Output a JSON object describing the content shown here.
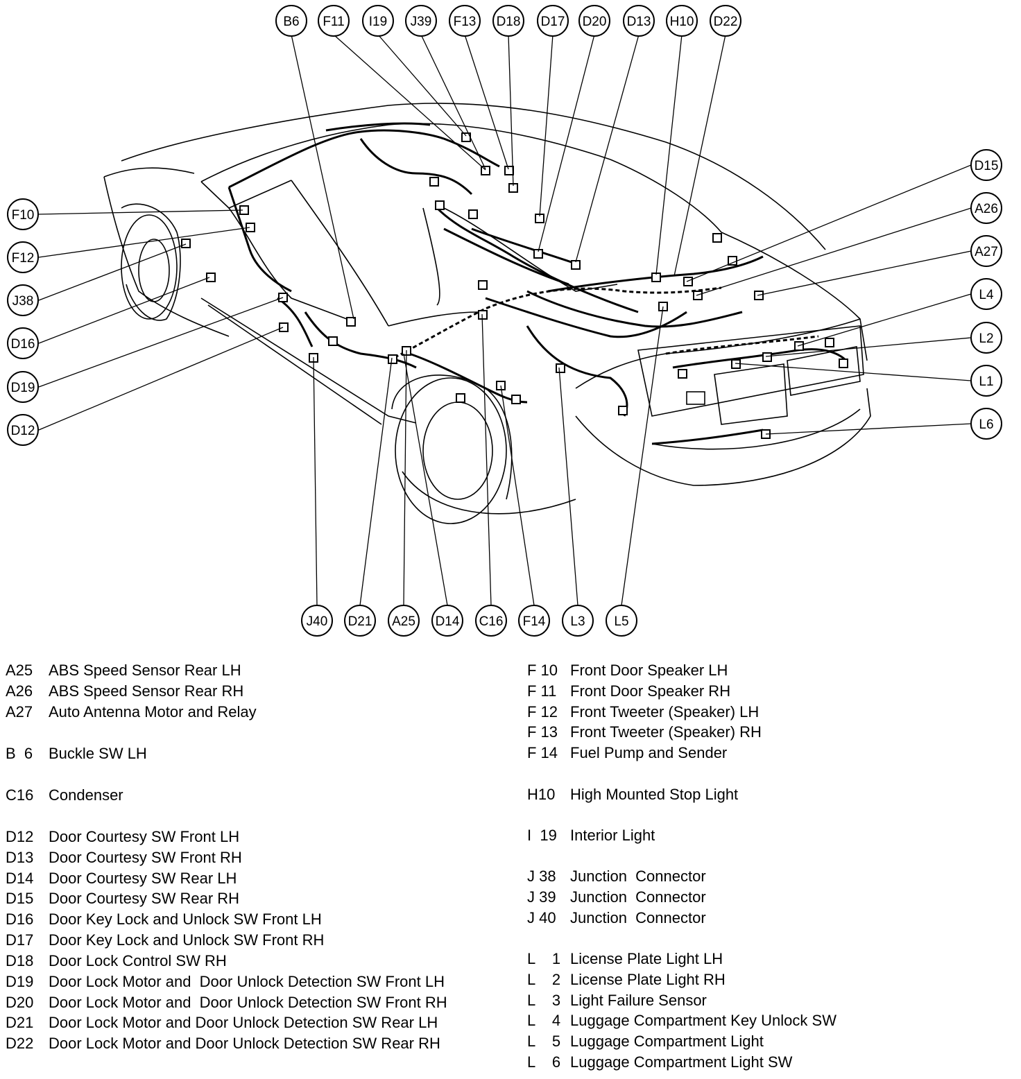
{
  "callouts": {
    "top": [
      "B6",
      "F11",
      "I19",
      "J39",
      "F13",
      "D18",
      "D17",
      "D20",
      "D13",
      "H10",
      "D22"
    ],
    "left": [
      "F10",
      "F12",
      "J38",
      "D16",
      "D19",
      "D12"
    ],
    "right": [
      "D15",
      "A26",
      "A27",
      "L4",
      "L2",
      "L1",
      "L6"
    ],
    "bottom": [
      "J40",
      "D21",
      "A25",
      "D14",
      "C16",
      "F14",
      "L3",
      "L5"
    ]
  },
  "legend": {
    "left": [
      {
        "code": "A25",
        "label": "ABS Speed Sensor Rear LH"
      },
      {
        "code": "A26",
        "label": "ABS Speed Sensor Rear RH"
      },
      {
        "code": "A27",
        "label": "Auto Antenna Motor and Relay"
      },
      {
        "code": "B  6",
        "label": "Buckle SW LH"
      },
      {
        "code": "C16",
        "label": "Condenser"
      },
      {
        "code": "D12",
        "label": "Door Courtesy SW Front LH"
      },
      {
        "code": "D13",
        "label": "Door Courtesy SW Front RH"
      },
      {
        "code": "D14",
        "label": "Door Courtesy SW Rear LH"
      },
      {
        "code": "D15",
        "label": "Door Courtesy SW Rear RH"
      },
      {
        "code": "D16",
        "label": "Door Key Lock and Unlock SW Front LH"
      },
      {
        "code": "D17",
        "label": "Door Key Lock and Unlock SW Front RH"
      },
      {
        "code": "D18",
        "label": "Door Lock Control SW RH"
      },
      {
        "code": "D19",
        "label": "Door Lock Motor and  Door Unlock Detection SW Front LH"
      },
      {
        "code": "D20",
        "label": "Door Lock Motor and  Door Unlock Detection SW Front RH"
      },
      {
        "code": "D21",
        "label": "Door Lock Motor and Door Unlock Detection SW Rear LH"
      },
      {
        "code": "D22",
        "label": "Door Lock Motor and Door Unlock Detection SW Rear RH"
      }
    ],
    "right": [
      {
        "code": "F 10",
        "label": "Front Door Speaker LH"
      },
      {
        "code": "F 11",
        "label": "Front Door Speaker RH"
      },
      {
        "code": "F 12",
        "label": "Front Tweeter (Speaker) LH"
      },
      {
        "code": "F 13",
        "label": "Front Tweeter (Speaker) RH"
      },
      {
        "code": "F 14",
        "label": "Fuel Pump and Sender"
      },
      {
        "code": "H10",
        "label": "High Mounted Stop Light"
      },
      {
        "code": "I  19",
        "label": "Interior Light"
      },
      {
        "code": "J 38",
        "label": "Junction  Connector"
      },
      {
        "code": "J 39",
        "label": "Junction  Connector"
      },
      {
        "code": "J 40",
        "label": "Junction  Connector"
      },
      {
        "code": "L    1",
        "label": "License Plate Light LH"
      },
      {
        "code": "L    2",
        "label": "License Plate Light RH"
      },
      {
        "code": "L    3",
        "label": "Light Failure Sensor"
      },
      {
        "code": "L    4",
        "label": "Luggage Compartment Key Unlock SW"
      },
      {
        "code": "L    5",
        "label": "Luggage Compartment Light"
      },
      {
        "code": "L    6",
        "label": "Luggage Compartment Light SW"
      }
    ]
  }
}
